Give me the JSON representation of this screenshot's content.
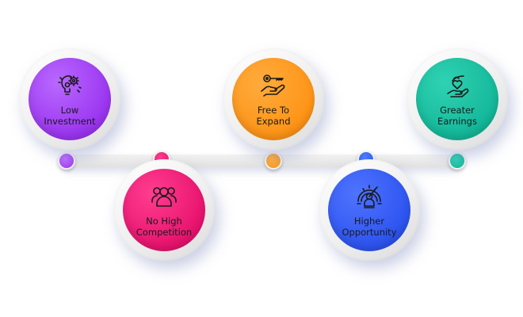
{
  "title": "Benefits Timeline",
  "colors": {
    "purple": "#a13ff2",
    "pink": "#e8136e",
    "orange": "#fe9416",
    "blue": "#2d54f0",
    "teal": "#14b89a"
  },
  "steps": [
    {
      "label_line1": "Low",
      "label_line2": "Investment",
      "icon": "lightbulb-gears-icon",
      "color": "#a13ff2",
      "position": "top"
    },
    {
      "label_line1": "No High",
      "label_line2": "Competition",
      "icon": "group-people-icon",
      "color": "#e8136e",
      "position": "bottom"
    },
    {
      "label_line1": "Free To",
      "label_line2": "Expand",
      "icon": "key-in-hand-icon",
      "color": "#fe9416",
      "position": "top"
    },
    {
      "label_line1": "Higher",
      "label_line2": "Opportunity",
      "icon": "gauge-person-icon",
      "color": "#2d54f0",
      "position": "bottom"
    },
    {
      "label_line1": "Greater",
      "label_line2": "Earnings",
      "icon": "heart-in-hand-icon",
      "color": "#14b89a",
      "position": "top"
    }
  ]
}
